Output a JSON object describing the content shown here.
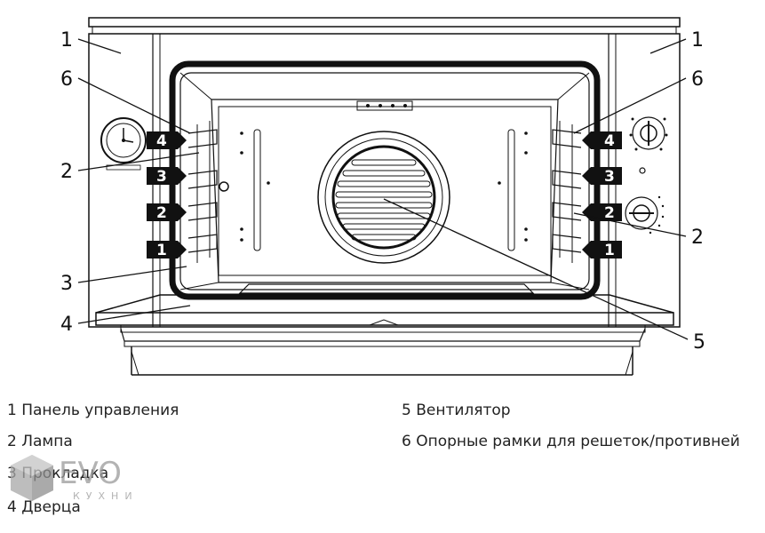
{
  "callouts": {
    "left": [
      "1",
      "6",
      "2",
      "3",
      "4"
    ],
    "right": [
      "1",
      "6",
      "2",
      "5"
    ]
  },
  "rack_levels": [
    "4",
    "3",
    "2",
    "1"
  ],
  "legend": [
    "1 Панель управления",
    "2 Лампа",
    "3 Прокладка",
    "4 Дверца",
    "5 Вентилятор",
    "6 Опорные рамки для решеток/противней"
  ],
  "watermark": {
    "brand": "EVO",
    "sub": "КУХНИ",
    "color": "#9a9a9a"
  }
}
